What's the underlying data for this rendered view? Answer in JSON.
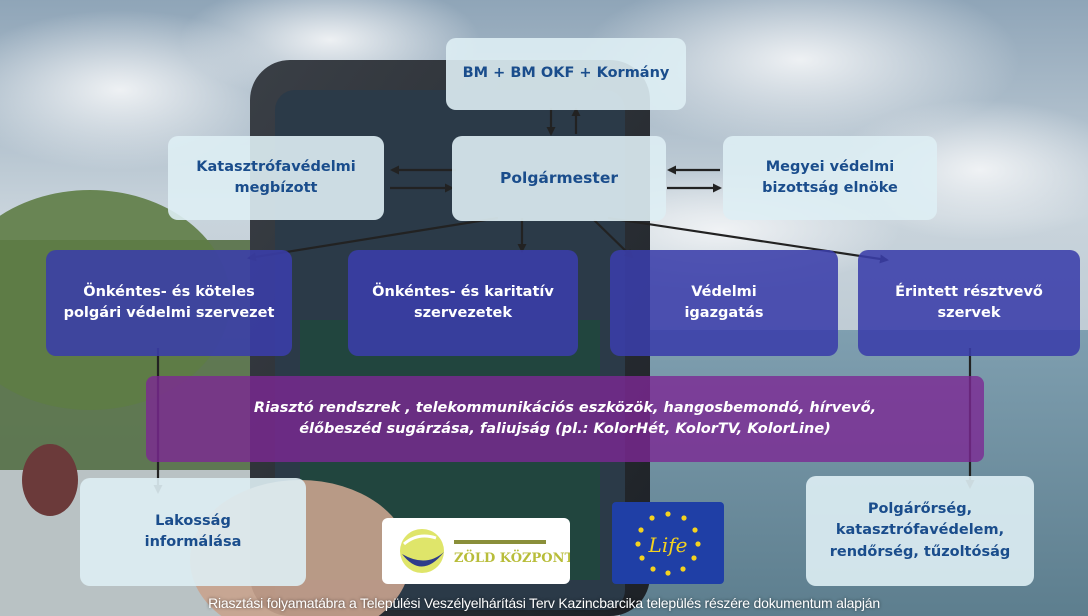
{
  "diagram": {
    "top_box": "BM + BM OKF + Kormány",
    "left_box": "Katasztrófavédelmi\nmegbízott",
    "center_box": "Polgármester",
    "right_box": "Megyei védelmi\nbizottság elnöke",
    "row_boxes": [
      "Önkéntes- és köteles\npolgári védelmi szervezet",
      "Önkéntes- és karitatív\nszervezetek",
      "Védelmi\nigazgatás",
      "Érintett résztvevő\nszervek"
    ],
    "alert_bar": "Riasztó rendszrek , telekommunikációs eszközök, hangosbemondó, hírvevő,\nélőbeszéd sugárzása, faliujság (pl.: KolorHét, KolorTV, KolorLine)",
    "bottom_left_box": "Lakosság\ninformálása",
    "bottom_right_box": "Polgárőrség,\nkatasztrófavédelem,\nrendőrség, tűzoltóság"
  },
  "logos": {
    "zold_kozpont_text": "ZÖLD KÖZPONT",
    "life_text": "Life"
  },
  "caption": "Riasztási folyamatábra a Települési Veszélyelhárítási Terv Kazincbarcika település részére dokumentum alapján",
  "colors": {
    "light_box": "#deeef4",
    "dark_box": "#3a3eaa",
    "purple_bar": "#7c2894",
    "light_text": "#1a4d8c",
    "arrow": "#222222"
  }
}
